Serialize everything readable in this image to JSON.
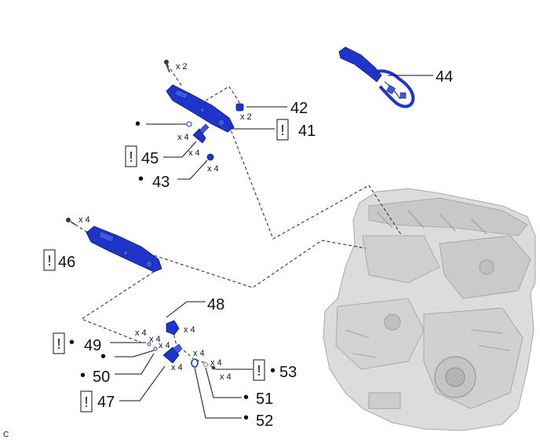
{
  "parts": {
    "p42": "42",
    "p41": "41",
    "p44": "44",
    "p45": "45",
    "p43": "43",
    "p46": "46",
    "p48": "48",
    "p49": "49",
    "p50": "50",
    "p47": "47",
    "p53": "53",
    "p51": "51",
    "p52": "52"
  },
  "quantities": {
    "x2": "x 2",
    "x4": "x 4"
  },
  "symbols": {
    "caution": "!",
    "bullet": "•"
  },
  "corner_code": "C",
  "colors": {
    "part_blue": "#1f34c8",
    "engine_gray": "#d9d9d9"
  }
}
